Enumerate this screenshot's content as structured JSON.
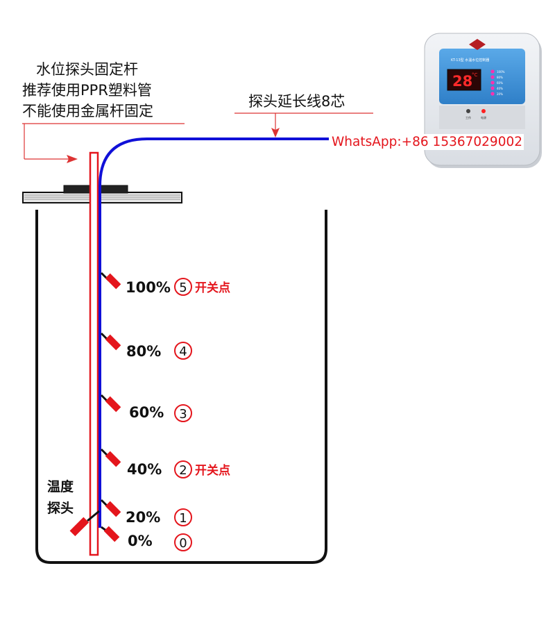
{
  "annotations": {
    "rod_note": [
      "水位探头固定杆",
      "推荐使用PPR塑料管",
      "不能使用金属杆固定"
    ],
    "cable_note": "探头延长线8芯",
    "contact": "WhatsApp:+86 15367029002",
    "temp_probe": [
      "温度",
      "探头"
    ]
  },
  "levels": [
    {
      "percent": "100%",
      "number": "5",
      "switch_point": "开关点"
    },
    {
      "percent": "80%",
      "number": "4",
      "switch_point": ""
    },
    {
      "percent": "60%",
      "number": "3",
      "switch_point": ""
    },
    {
      "percent": "40%",
      "number": "2",
      "switch_point": "开关点"
    },
    {
      "percent": "20%",
      "number": "1",
      "switch_point": ""
    },
    {
      "percent": "0%",
      "number": "0",
      "switch_point": ""
    }
  ],
  "device": {
    "display": "28",
    "display_unit": "°C",
    "model_text": "KT-13型 水温水位控制器",
    "level_marks": [
      "100%",
      "80%",
      "60%",
      "40%",
      "20%"
    ],
    "buttons": [
      "工作",
      "电源"
    ]
  },
  "colors": {
    "probe_red": "#e4151c",
    "cable_blue": "#1010d8",
    "display_bg": "#2a0606",
    "device_blue": "#3a8fd6"
  }
}
